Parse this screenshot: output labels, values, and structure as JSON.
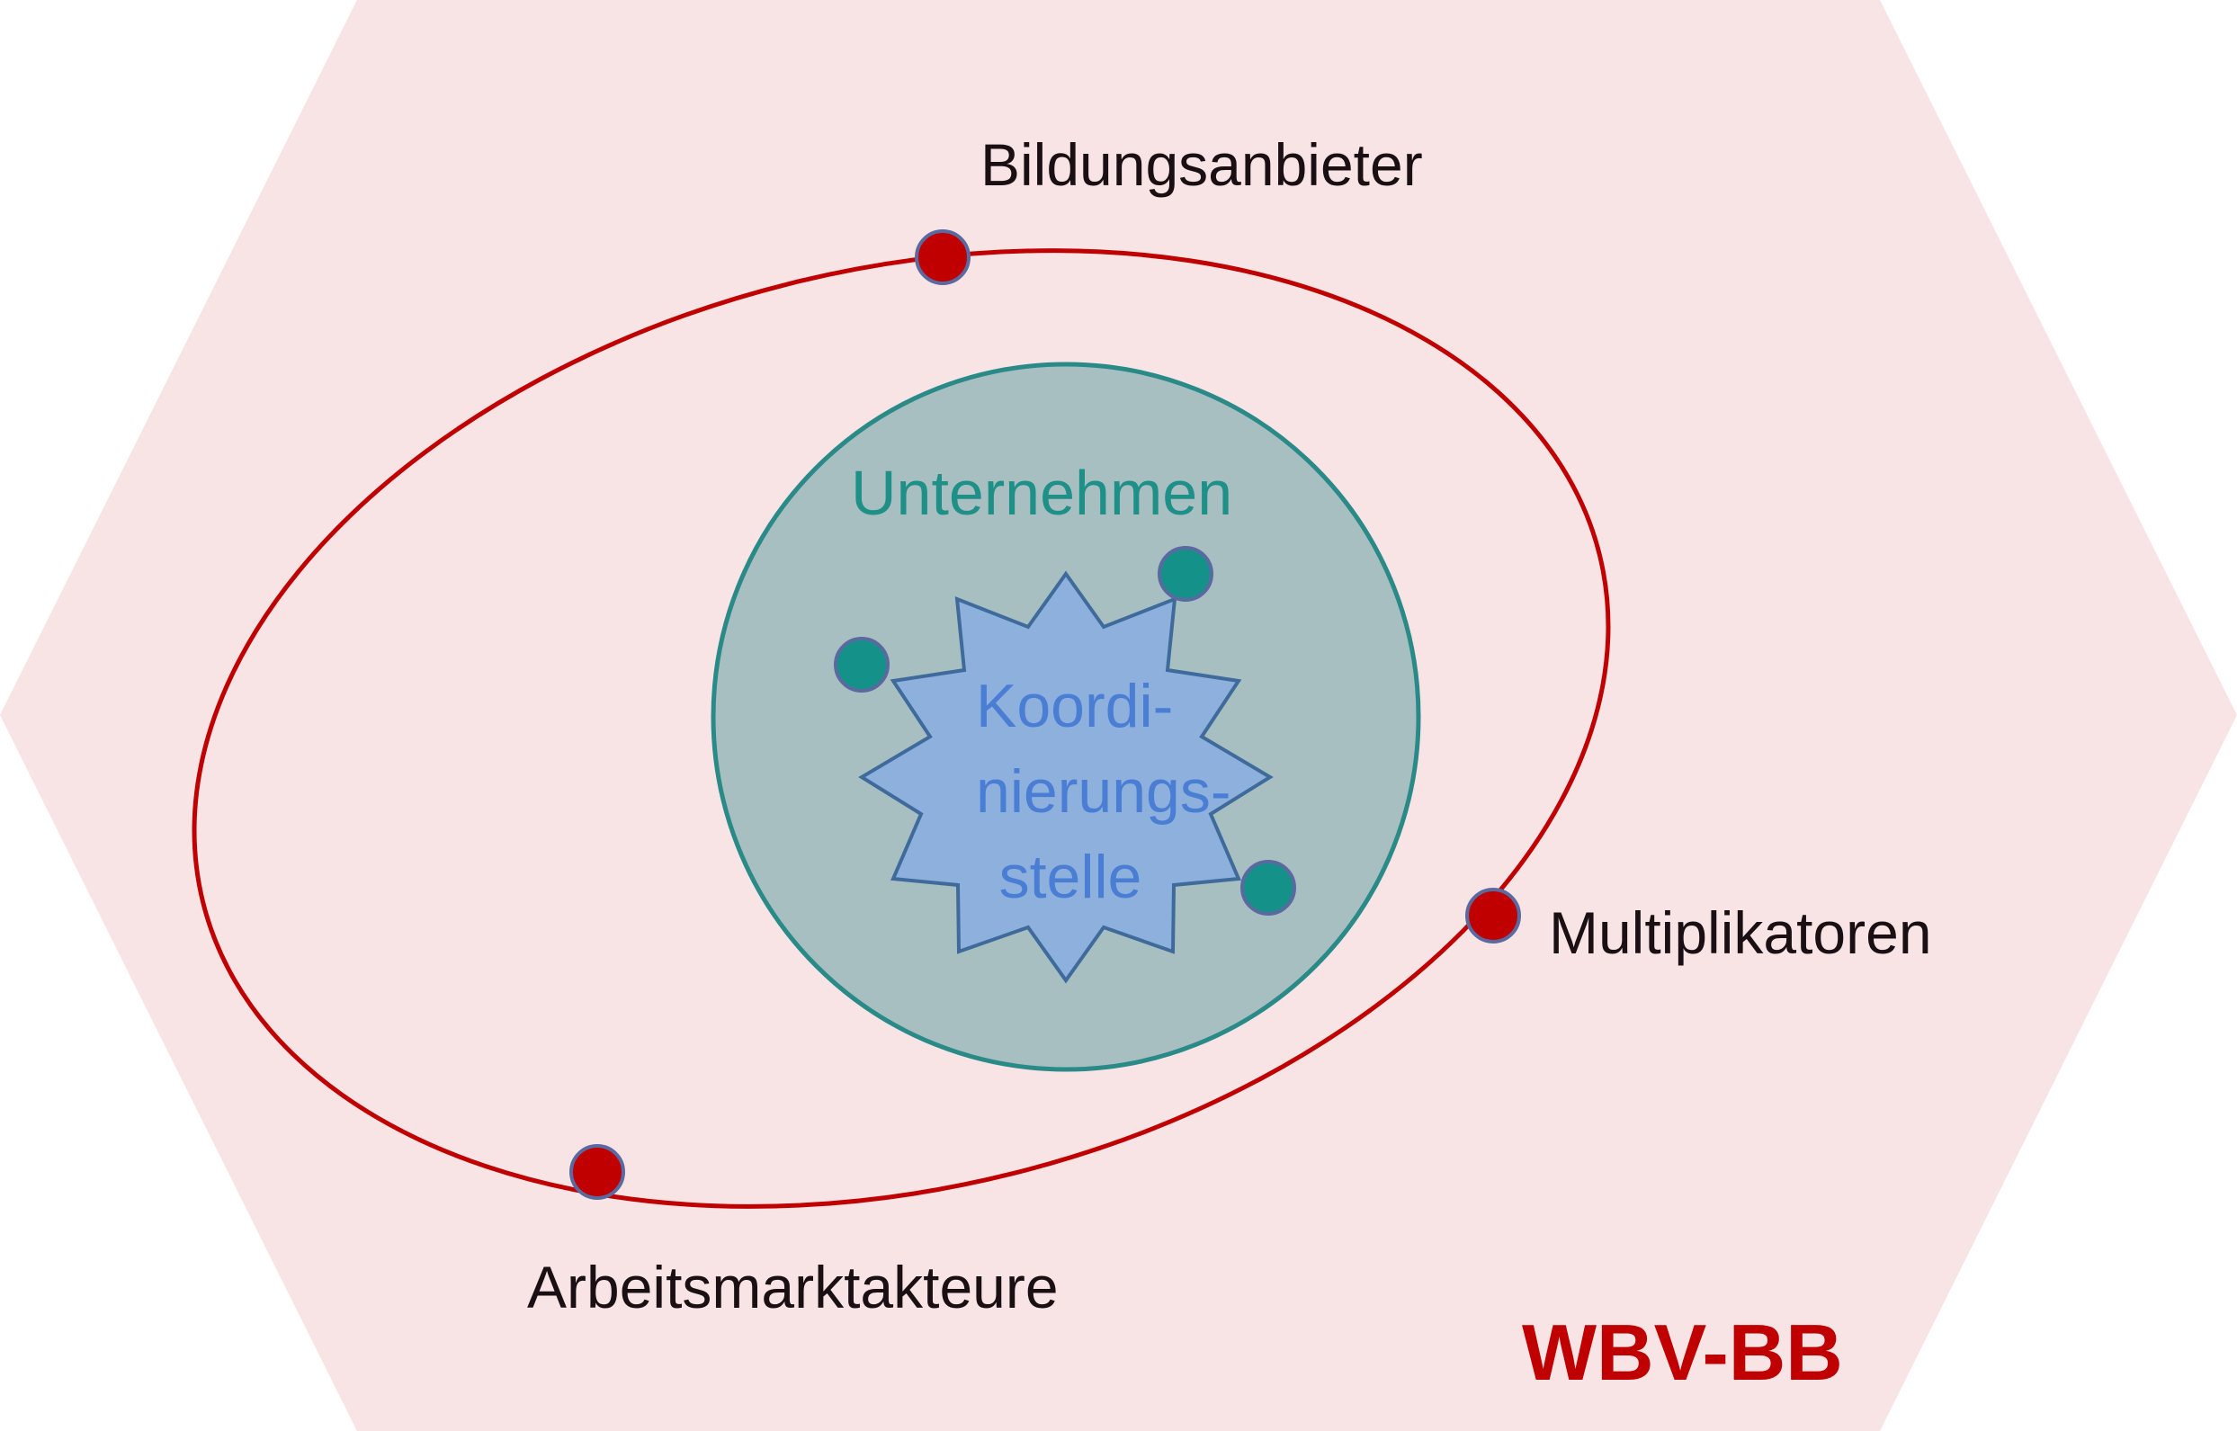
{
  "labels": {
    "bildungsanbieter": "Bildungsanbieter",
    "multiplikatoren": "Multiplikatoren",
    "arbeitsmarktakteure": "Arbeitsmarktakteure",
    "unternehmen": "Unternehmen",
    "koordinierungsstelle": [
      "Koordi-",
      "nierungs-",
      "stelle"
    ],
    "brand": "WBV-BB"
  },
  "colors": {
    "hexagon_fill": "#f8e4e5",
    "orbit_stroke": "#c00000",
    "orbit_node_fill": "#c00000",
    "node_outline": "#5a6aa0",
    "circle_fill": "#a7bfc0",
    "circle_stroke": "#2a8a88",
    "teal_node_fill": "#14928a",
    "star_fill": "#8eb0dd",
    "star_stroke": "#3f6a9c",
    "brand_text": "#c00000"
  }
}
